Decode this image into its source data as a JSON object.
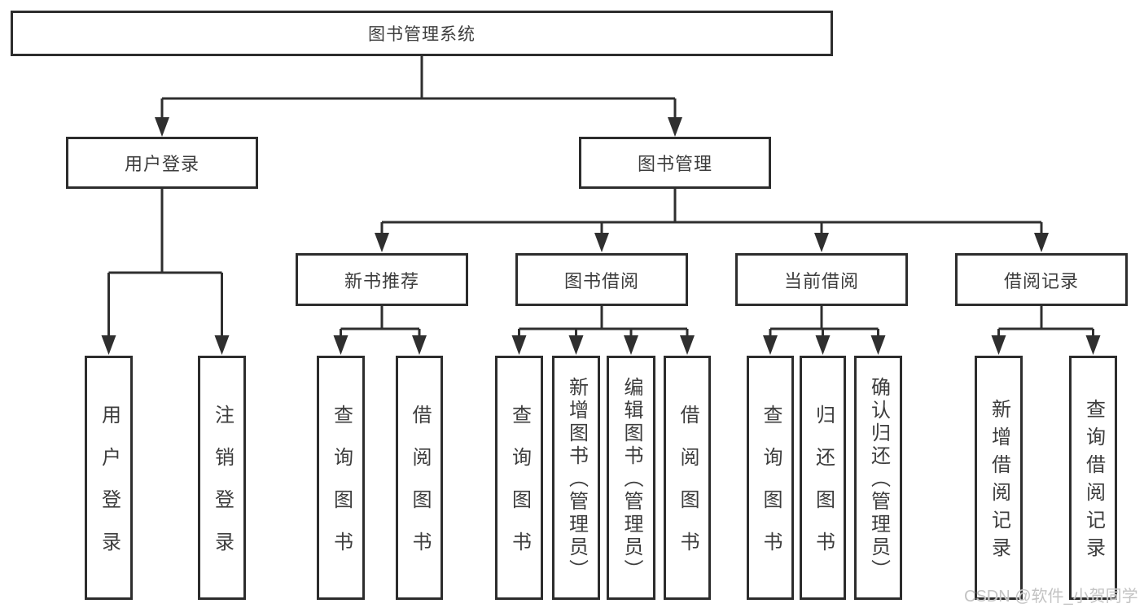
{
  "colors": {
    "line": "#2f2f2f",
    "border": "#2d2d2d",
    "text": "#3d3d3d",
    "background": "#ffffff",
    "watermark": "#c3c3c3"
  },
  "watermark": {
    "text": "CSDN @软件_小贺同学"
  },
  "tree": {
    "label": "图书管理系统",
    "children": [
      {
        "label": "用户登录",
        "children": [
          {
            "label": "用户登录"
          },
          {
            "label": "注销登录"
          }
        ]
      },
      {
        "label": "图书管理",
        "children": [
          {
            "label": "新书推荐",
            "children": [
              {
                "label": "查询图书"
              },
              {
                "label": "借阅图书"
              }
            ]
          },
          {
            "label": "图书借阅",
            "children": [
              {
                "label": "查询图书"
              },
              {
                "label": "新增图书（管理员）"
              },
              {
                "label": "编辑图书（管理员）"
              },
              {
                "label": "借阅图书"
              }
            ]
          },
          {
            "label": "当前借阅",
            "children": [
              {
                "label": "查询图书"
              },
              {
                "label": "归还图书"
              },
              {
                "label": "确认归还（管理员）"
              }
            ]
          },
          {
            "label": "借阅记录",
            "children": [
              {
                "label": "新增借阅记录"
              },
              {
                "label": "查询借阅记录"
              }
            ]
          }
        ]
      }
    ]
  }
}
